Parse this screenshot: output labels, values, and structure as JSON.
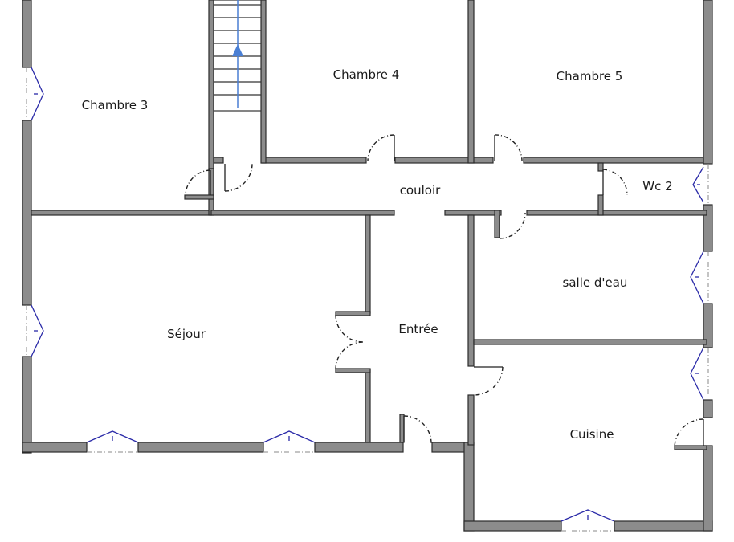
{
  "rooms": {
    "chambre3": "Chambre 3",
    "chambre4": "Chambre 4",
    "chambre5": "Chambre 5",
    "couloir": "couloir",
    "wc2": "Wc 2",
    "sejour": "Séjour",
    "entree": "Entrée",
    "salle_eau": "salle d'eau",
    "cuisine": "Cuisine"
  },
  "colors": {
    "wall_fill": "#8c8c8c",
    "wall_stroke": "#2b2b2b",
    "window": "#2a2aa8",
    "stair_arrow": "#4a7fd4"
  },
  "icons": {
    "stair_arrow": "up-arrow-icon"
  }
}
